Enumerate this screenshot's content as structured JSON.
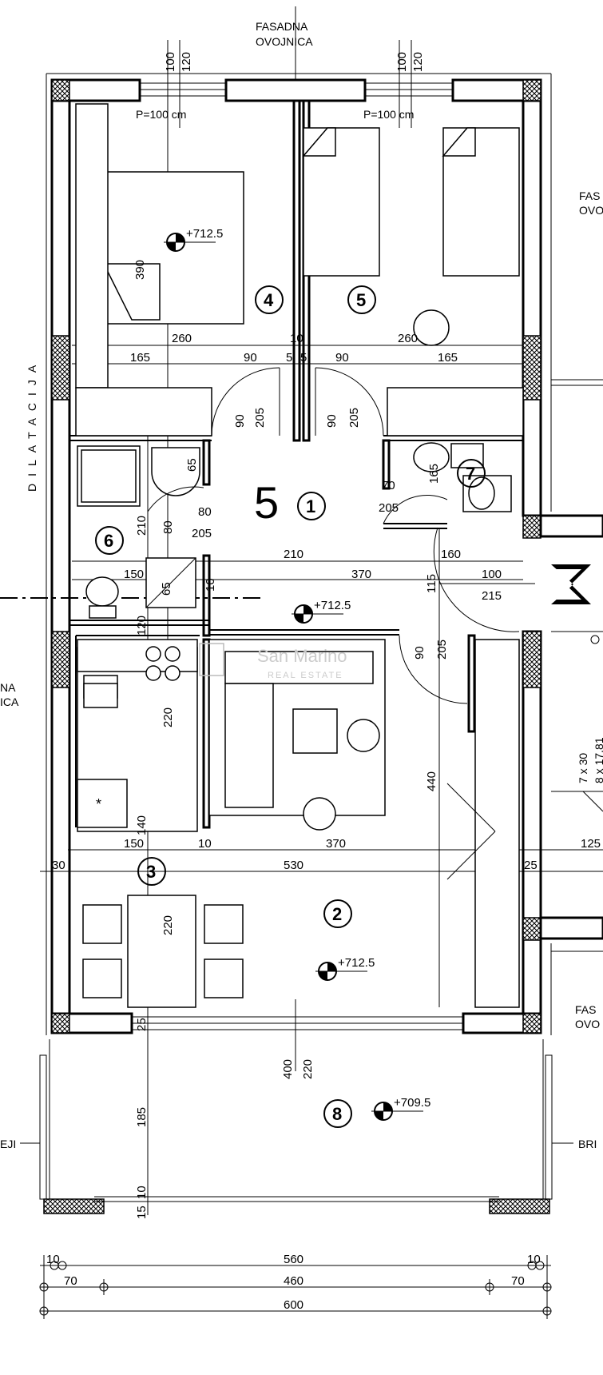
{
  "labels": {
    "fasadna_top": [
      "FASADNA",
      "OVOJNICA"
    ],
    "fasadna_right_top": [
      "FAS",
      "OVO"
    ],
    "fasadna_right_bottom": [
      "FAS",
      "OVO"
    ],
    "fasadna_left": [
      "NA",
      "ICA"
    ],
    "dilatacija": "DILATACIJA",
    "left_bottom": "EJI",
    "right_bottom": "BRI",
    "apartment_no": "5",
    "parapet_left": "P=100 cm",
    "parapet_right": "P=100 cm",
    "stairs_a": "7 x 30",
    "stairs_b": "8 x 17.81",
    "watermark": "San Marino",
    "watermark_sub": "REAL ESTATE"
  },
  "levels": [
    {
      "id": "room4",
      "value": "+712.5"
    },
    {
      "id": "hall",
      "value": "+712.5"
    },
    {
      "id": "living",
      "value": "+712.5"
    },
    {
      "id": "balcony",
      "value": "+709.5"
    }
  ],
  "rooms": [
    {
      "id": "r1",
      "value": "1"
    },
    {
      "id": "r2",
      "value": "2"
    },
    {
      "id": "r3",
      "value": "3"
    },
    {
      "id": "r4",
      "value": "4"
    },
    {
      "id": "r5",
      "value": "5"
    },
    {
      "id": "r6",
      "value": "6"
    },
    {
      "id": "r7",
      "value": "7"
    },
    {
      "id": "r8",
      "value": "8"
    }
  ],
  "dims": {
    "win_l1": "100",
    "win_l2": "120",
    "win_r1": "100",
    "win_r2": "120",
    "d390": "390",
    "d260a": "260",
    "d10a": "10",
    "d260b": "260",
    "d165a": "165",
    "d90a": "90",
    "d5a": "5",
    "d5b": "5",
    "d90b": "90",
    "d165b": "165",
    "door4_w": "90",
    "door4_h": "205",
    "door5_w": "90",
    "door5_h": "205",
    "d65": "65",
    "d210v": "210",
    "d80v": "80",
    "d80": "80",
    "d205_6": "205",
    "d70": "70",
    "d205_7": "205",
    "d165v": "165",
    "d210": "210",
    "d160": "160",
    "d150a": "150",
    "d370a": "370",
    "d115": "115",
    "d100": "100",
    "d215": "215",
    "d65b": "65",
    "d120": "120",
    "d10b": "10",
    "d205_liv": "205",
    "d90c": "90",
    "d220a": "220",
    "d440": "440",
    "d140": "140",
    "d150b": "150",
    "d10c": "10",
    "d370b": "370",
    "d125": "125",
    "d30": "30",
    "d530": "530",
    "d25": "25",
    "d220b": "220",
    "d25b": "25",
    "d400": "400",
    "d220c": "220",
    "d185": "185",
    "d15": "15",
    "d10d": "10",
    "b10a": "10",
    "b560": "560",
    "b10b": "10",
    "b70a": "70",
    "b460": "460",
    "b70b": "70",
    "b600": "600"
  }
}
